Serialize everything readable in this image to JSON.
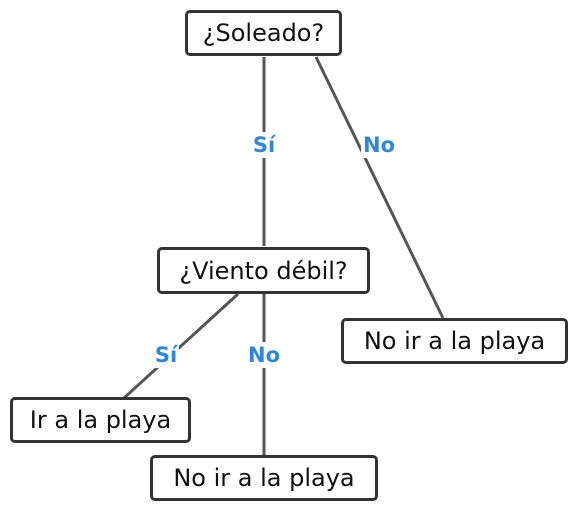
{
  "nodes": {
    "root": "¿Soleado?",
    "wind": "¿Viento débil?",
    "no_beach_right": "No ir a la playa",
    "go_beach": "Ir a la playa",
    "no_beach_bottom": "No ir a la playa"
  },
  "edges": {
    "root_yes": "Sí",
    "root_no": "No",
    "wind_yes": "Sí",
    "wind_no": "No"
  },
  "colors": {
    "edge_label": "#2b88e0",
    "border": "#333333",
    "line": "#555555"
  }
}
